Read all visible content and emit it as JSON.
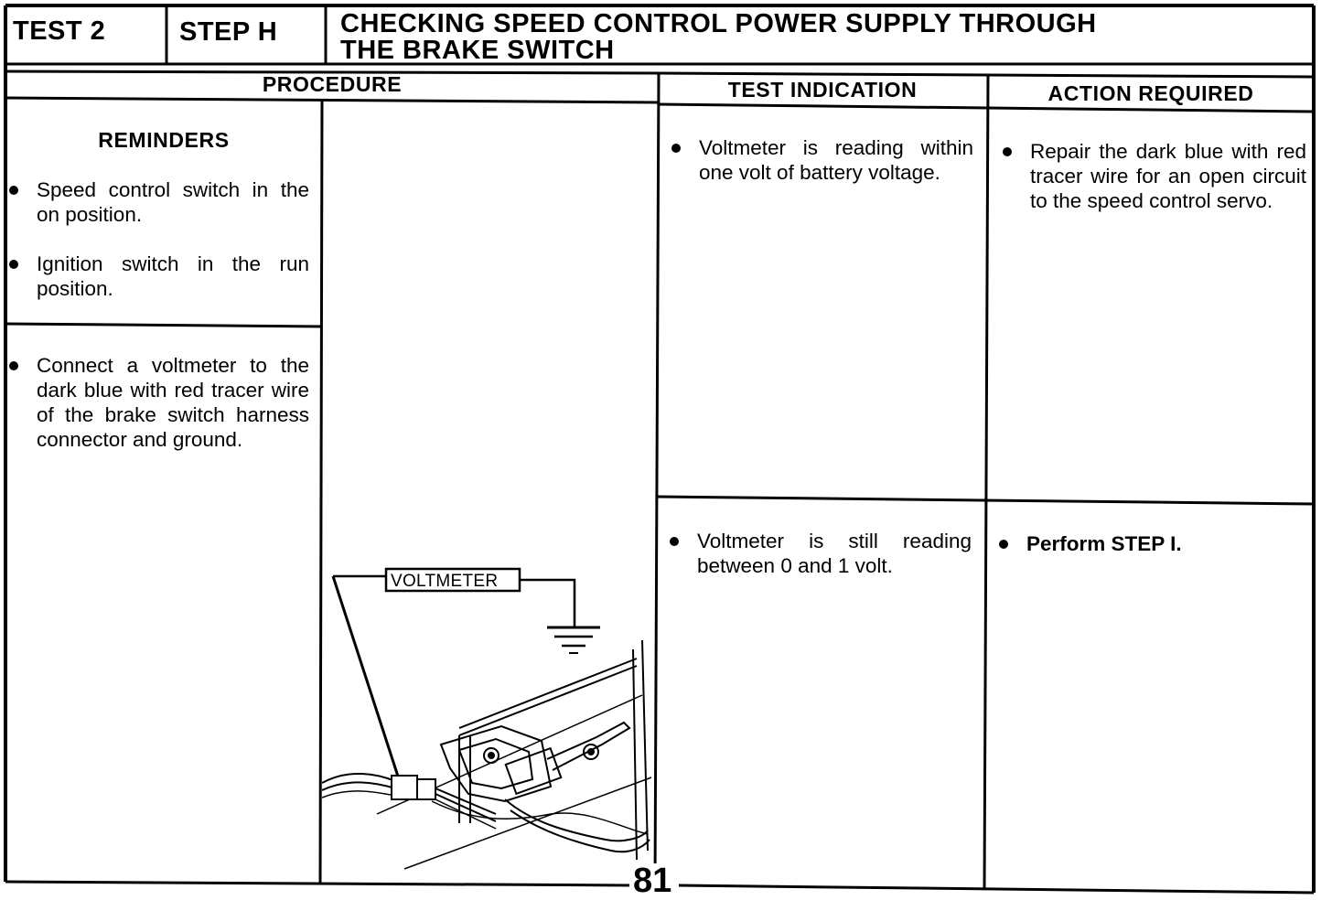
{
  "header": {
    "test_label": "TEST 2",
    "step_label": "STEP H",
    "title_line1": "CHECKING SPEED CONTROL POWER SUPPLY THROUGH",
    "title_line2": "THE BRAKE SWITCH"
  },
  "columns": {
    "procedure": "PROCEDURE",
    "test_indication": "TEST INDICATION",
    "action_required": "ACTION REQUIRED"
  },
  "reminders": {
    "title": "REMINDERS",
    "items": [
      "Speed control switch in the on position.",
      "Ignition switch in the run position."
    ]
  },
  "procedure_steps": [
    "Connect a voltmeter to the dark blue with red tracer wire of the brake switch harness connector and ground."
  ],
  "illustration": {
    "voltmeter_label": "VOLTMETER"
  },
  "results": [
    {
      "indication": "Voltmeter is reading within one volt of battery voltage.",
      "action": "Repair the dark blue with red tracer wire for an open circuit to the speed control servo."
    },
    {
      "indication": "Voltmeter is still reading between 0 and 1 volt.",
      "action": "Perform STEP I."
    }
  ],
  "page_number": "81"
}
